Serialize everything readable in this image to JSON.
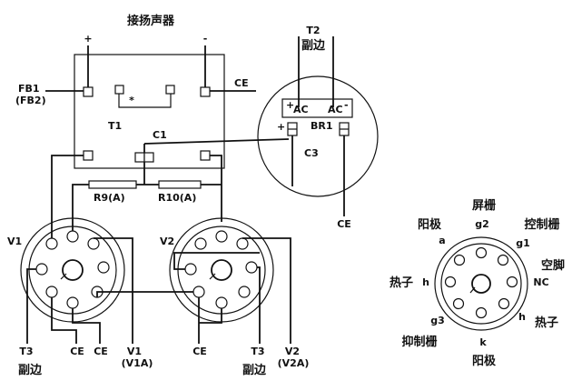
{
  "speaker": {
    "title": "接扬声器",
    "plus": "+",
    "minus": "-"
  },
  "transformer": {
    "fb": "FB1",
    "fb2": "(FB2)",
    "ce": "CE",
    "t1": "T1",
    "c1": "C1",
    "star": "*"
  },
  "resistors": {
    "r9": "R9(A)",
    "r10": "R10(A)"
  },
  "cap_unit": {
    "t2": "T2",
    "secondary": "副边",
    "ac_plus": "AC",
    "ac_minus": "AC",
    "br1": "BR1",
    "plus": "+",
    "c3": "C3",
    "ce": "CE",
    "sup_plus": "+",
    "sup_minus": "-"
  },
  "tubes": {
    "v1": "V1",
    "v2": "V2"
  },
  "bottom": {
    "t3a": "T3",
    "seca": "副边",
    "ce1": "CE",
    "ce2": "CE",
    "v1": "V1",
    "v1a": "(V1A)",
    "ce3": "CE",
    "t3b": "T3",
    "secb": "副边",
    "v2": "V2",
    "v2a": "(V2A)"
  },
  "pinout": {
    "screen": "屏栅",
    "g2": "g2",
    "anode": "阳极",
    "a": "a",
    "control": "控制栅",
    "g1": "g1",
    "empty": "空脚",
    "nc": "NC",
    "heater_l": "热子",
    "h_l": "h",
    "heater_r": "热子",
    "h_r": "h",
    "g3": "g3",
    "suppressor": "抑制栅",
    "k": "k",
    "cathode": "阳极"
  }
}
